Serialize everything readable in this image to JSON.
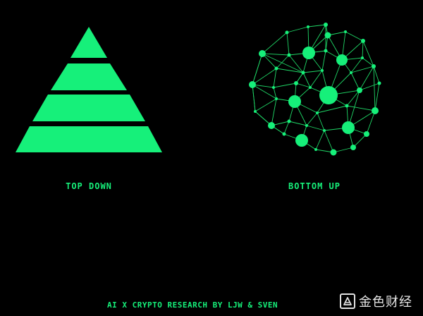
{
  "colors": {
    "accent": "#16f07a",
    "accent_stroke": "#1fd867",
    "background": "#000000",
    "watermark": "#e6e6e6"
  },
  "left_panel": {
    "caption": "TOP DOWN",
    "graphic": "pyramid-icon"
  },
  "right_panel": {
    "caption": "BOTTOM UP",
    "graphic": "network-globe-icon"
  },
  "footer": {
    "credit": "AI X CRYPTO RESEARCH BY LJW & SVEN"
  },
  "watermark": {
    "text": "金色财经",
    "logo": "jinse-logo-icon"
  }
}
